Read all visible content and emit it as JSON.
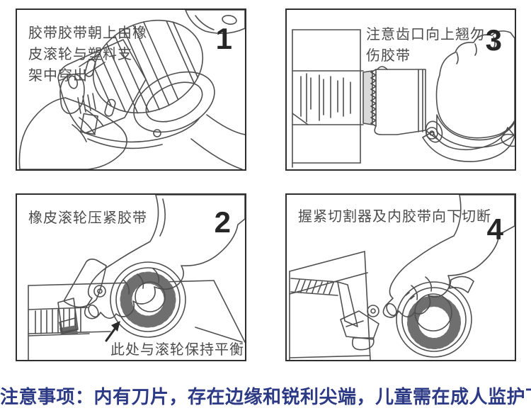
{
  "colors": {
    "warning_text": "#2c3a86",
    "line_art": "#4f4f4f",
    "tape_fill": "#c3c3c3"
  },
  "panels": {
    "p1": {
      "number": "1",
      "lines": [
        "胶带胶带朝上由橡",
        "皮滚轮与塑料支",
        "架中穿出"
      ]
    },
    "p2": {
      "number": "2",
      "lines": [
        "橡皮滚轮压紧胶带"
      ],
      "annotation": "此处与滚轮保持平衡"
    },
    "p3": {
      "number": "3",
      "lines": [
        "注意齿口向上翘勿",
        "伤胶带"
      ]
    },
    "p4": {
      "number": "4",
      "lines": [
        "握紧切割器及内胶带向下切断"
      ]
    }
  },
  "footer": {
    "warning": "注意事项：内有刀片，存在边缘和锐利尖端，儿童需在成人监护下使用"
  }
}
